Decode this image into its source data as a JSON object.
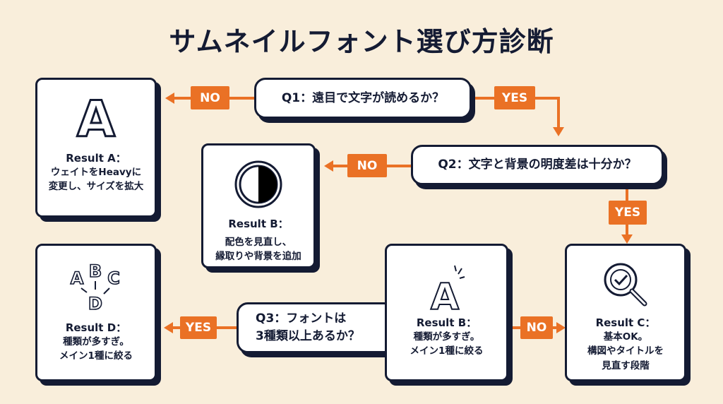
{
  "title": "サムネイルフォント選び方診断",
  "q1": "Q1：遠目で文字が読めるか？",
  "q2": "Q2：文字と背景の明度差は十分か？",
  "q3": {
    "line1": "Q3：フォントは",
    "line2": "3種類以上あるか？"
  },
  "labels": {
    "yes": "YES",
    "no": "NO"
  },
  "result_a": {
    "title": "Result A：",
    "line1": "ウェイトをHeavyに",
    "line2": "変更し、サイズを拡大"
  },
  "result_b1": {
    "title": "Result B：",
    "line1": "配色を見直し、",
    "line2": "縁取りや背景を追加"
  },
  "result_b2": {
    "title": "Result B：",
    "line1": "種類が多すぎ。",
    "line2": "メイン1種に絞る"
  },
  "result_c": {
    "title": "Result C：",
    "line1": "基本OK。",
    "line2": "構図やタイトルを",
    "line3": "見直す段階"
  },
  "result_d": {
    "title": "Result D：",
    "line1": "種類が多すぎ。",
    "line2": "メイン1種に絞る",
    "icon_letters": [
      "A",
      "B",
      "C",
      "D"
    ]
  },
  "result_a_icon_letter": "A",
  "result_b2_icon_letter": "A",
  "colors": {
    "accent": "#ea7125",
    "ink": "#141b33",
    "background": "#f9eedb"
  }
}
